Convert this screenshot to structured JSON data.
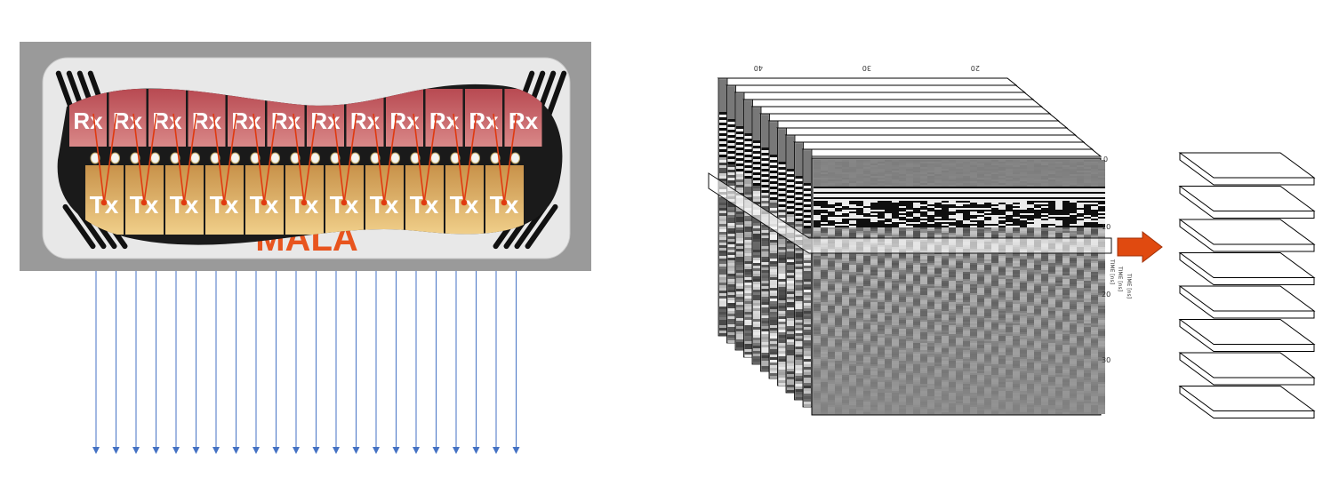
{
  "antenna": {
    "brand": "MALA",
    "rx_label": "Rx",
    "tx_label": "Tx",
    "rx_count": 12,
    "tx_count": 11,
    "channel_count": 22
  },
  "radargram": {
    "top_ticks": [
      "40",
      "30",
      "20"
    ],
    "depth_ticks": [
      "0",
      "10",
      "20",
      "30"
    ],
    "axis_label": "TIME [ns]",
    "panel_count": 12
  },
  "slices": {
    "count": 8
  },
  "colors": {
    "arrow_blue": "#4472c4",
    "orange": "#e04a10",
    "rx_red": "#c0555b",
    "tx_wood": "#d6a85a"
  }
}
